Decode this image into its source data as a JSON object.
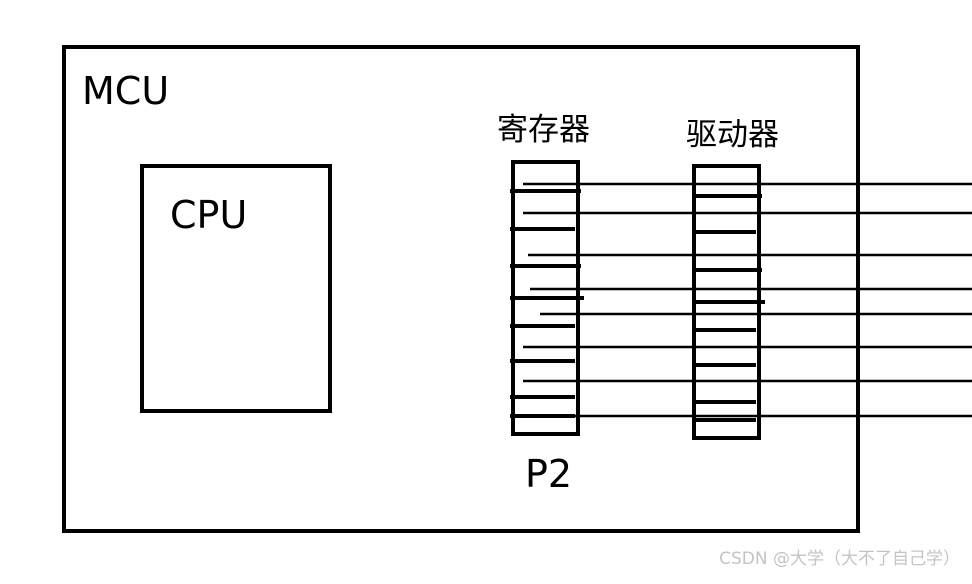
{
  "mcu": {
    "label": "MCU"
  },
  "cpu": {
    "label": "CPU"
  },
  "register": {
    "label": "寄存器",
    "port_label": "P2",
    "pins": 8
  },
  "driver": {
    "label": "驱动器",
    "pins": 8
  },
  "output_lines": 8,
  "watermark": "CSDN @大学（大不了自己学）",
  "colors": {
    "line": "#000000",
    "background": "#ffffff",
    "watermark": "#c4c4c4"
  }
}
